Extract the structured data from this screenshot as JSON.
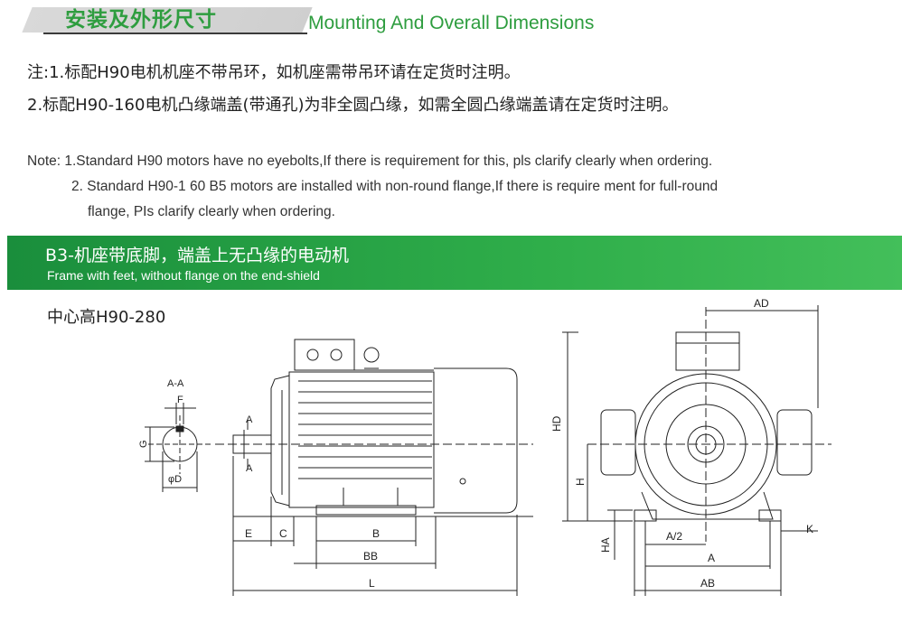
{
  "header": {
    "title_cn": "安装及外形尺寸",
    "title_en": "Mounting And Overall Dimensions"
  },
  "notes_cn": {
    "line1": "注:1.标配H90电机机座不带吊环，如机座需带吊环请在定货时注明。",
    "line2": "2.标配H90-160电机凸缘端盖(带通孔)为非全圆凸缘，如需全圆凸缘端盖请在定货时注明。"
  },
  "notes_en": {
    "line1": "Note: 1.Standard H90 motors have no eyebolts,If there is requirement for this, pls clarify clearly when ordering.",
    "line2": "2. Standard H90-1 60 B5 motors are installed with non-round flange,If there is require ment for full-round",
    "line3": "flange, PIs clarify clearly when ordering."
  },
  "section": {
    "title_cn": "B3-机座带底脚，端盖上无凸缘的电动机",
    "title_en": "Frame with feet, without flange on the end-shield"
  },
  "center_height": "中心高H90-280",
  "drawing_labels": {
    "section_aa": "A-A",
    "f": "F",
    "g": "G",
    "d": "φD",
    "a_upper": "A",
    "a_lower": "A",
    "e": "E",
    "c": "C",
    "b": "B",
    "bb": "BB",
    "l": "L",
    "ad": "AD",
    "hd": "HD",
    "h": "H",
    "ha": "HA",
    "a_half": "A/2",
    "a": "A",
    "ab": "AB",
    "k": "K"
  },
  "colors": {
    "accent_green": "#2e9d3f",
    "band_green": "#1a8e3c"
  }
}
